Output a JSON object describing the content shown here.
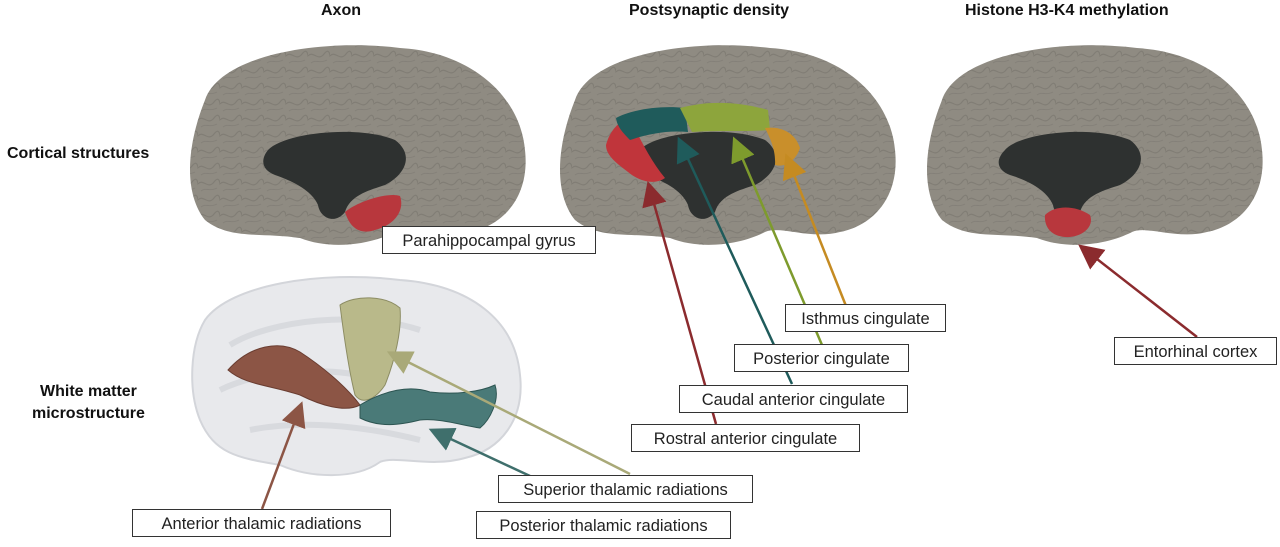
{
  "columns": {
    "axon": "Axon",
    "psd": "Postsynaptic density",
    "histone": "Histone H3-K4 methylation"
  },
  "rows": {
    "cortical": "Cortical structures",
    "white_matter_1": "White matter",
    "white_matter_2": "microstructure"
  },
  "labels": {
    "parahippocampal": "Parahippocampal gyrus",
    "isthmus": "Isthmus cingulate",
    "posterior_cingulate": "Posterior cingulate",
    "caudal_anterior": "Caudal anterior cingulate",
    "rostral_anterior": "Rostral anterior cingulate",
    "entorhinal": "Entorhinal cortex",
    "superior_thalamic": "Superior thalamic radiations",
    "posterior_thalamic": "Posterior thalamic radiations",
    "anterior_thalamic": "Anterior thalamic radiations"
  },
  "colors": {
    "cortex": "#8f8b82",
    "ventricle": "#2e3130",
    "parahippocampal": "#b8373d",
    "rostral_anterior": "#c0353b",
    "caudal_anterior": "#1f5b5b",
    "posterior_cingulate": "#8da53c",
    "isthmus": "#c98f2b",
    "entorhinal": "#b8373d",
    "anterior_thalamic": "#8c5545",
    "superior_thalamic": "#b9b98a",
    "posterior_thalamic": "#4a7a78"
  }
}
